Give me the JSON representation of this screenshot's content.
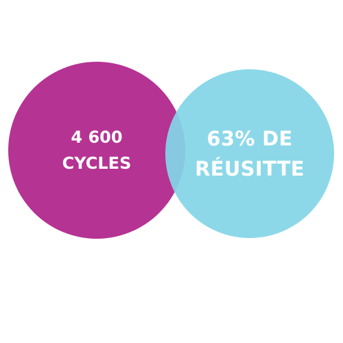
{
  "colors": {
    "left_circle": "#b53393",
    "right_circle": "#83d5e6",
    "text": "#ffffff",
    "background": "#ffffff"
  },
  "left_circle": {
    "lines": [
      "4 600",
      "CYCLES"
    ]
  },
  "right_circle": {
    "lines": [
      "63% DE",
      "RÉUSITTE"
    ]
  }
}
